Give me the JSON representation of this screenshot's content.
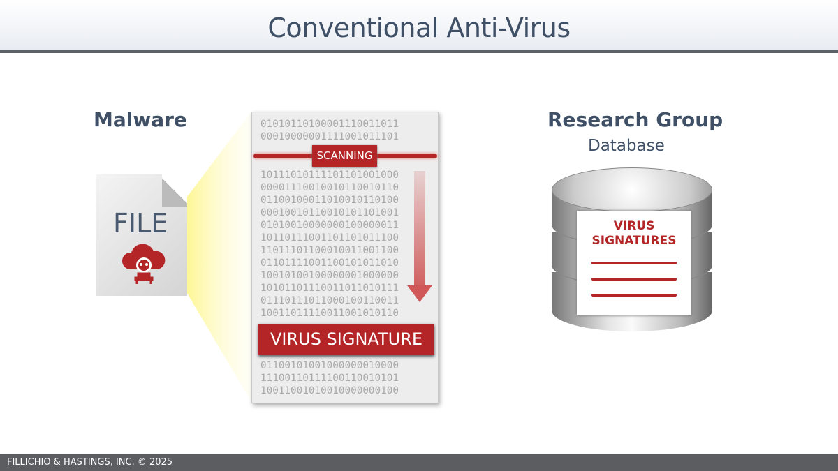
{
  "title": "Conventional Anti-Virus",
  "malware": {
    "heading": "Malware",
    "file_label": "FILE"
  },
  "document": {
    "binary_rows": [
      "01010110100001110011011",
      "00010000001111001011101",
      "10111010111101101001000",
      "00001110010010110010110",
      "01100100011010010110100",
      "00010010110010101101001",
      "01010010000000100000011",
      "10110111001101101011100",
      "11011101100010011001100",
      "01101111001100101011010",
      "10010100100000001000000",
      "10101101110011011010111",
      "01110111011000100110011",
      "10011011110011001010110",
      "01100101001000000010000",
      "11100110111100110010101",
      "10011001010010000000100"
    ],
    "scanning_label": "SCANNING",
    "signature_label": "VIRUS SIGNATURE"
  },
  "research": {
    "heading": "Research Group",
    "subheading": "Database",
    "card_title_1": "VIRUS",
    "card_title_2": "SIGNATURES"
  },
  "footer": "FILLICHIO & HASTINGS, INC. © 2025",
  "colors": {
    "accent": "#b42527",
    "title": "#3e4f66",
    "footer_bg": "#5b5d61"
  }
}
